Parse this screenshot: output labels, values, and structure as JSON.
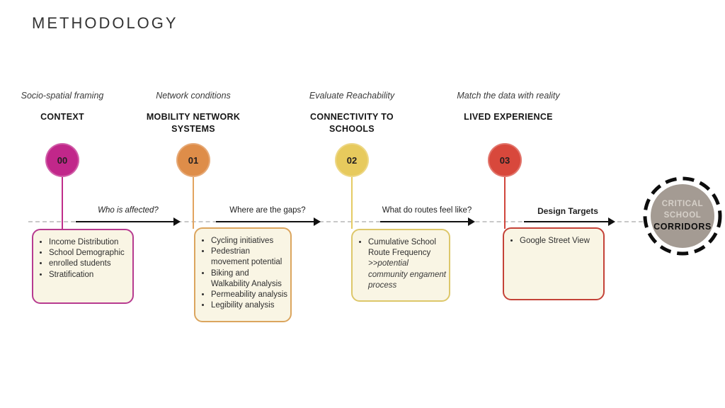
{
  "slide": {
    "title": "METHODOLOGY"
  },
  "stages": [
    {
      "subtitle": "Socio-spatial framing",
      "heading": "CONTEXT",
      "number": "00",
      "circle_color": "#c1278a",
      "line_color": "#bf2d8a",
      "box_border_color": "#b73b90",
      "items": [
        "Income Distribution",
        "School Demographic",
        "enrolled students",
        "Stratification"
      ]
    },
    {
      "subtitle": "Network conditions",
      "heading": "MOBILITY NETWORK SYSTEMS",
      "number": "01",
      "circle_color": "#de8d49",
      "line_color": "#e2a45f",
      "box_border_color": "#dba55e",
      "items": [
        "Cycling initiatives",
        "Pedestrian movement potential",
        "Biking and Walkability Analysis",
        "Permeability analysis",
        "Legibility analysis"
      ]
    },
    {
      "subtitle": "Evaluate Reachability",
      "heading": "CONNECTIVITY TO SCHOOLS",
      "number": "02",
      "circle_color": "#e7ca5d",
      "line_color": "#e5cb63",
      "box_border_color": "#ddc76a",
      "items": [
        "Cumulative School Route Frequency"
      ],
      "note": ">>potential community engament process"
    },
    {
      "subtitle": "Match the data with reality",
      "heading": "LIVED EXPERIENCE",
      "number": "03",
      "circle_color": "#d8483c",
      "line_color": "#d0453c",
      "box_border_color": "#c44238",
      "items": [
        "Google Street View"
      ]
    }
  ],
  "arrows": [
    {
      "label": "Who is affected?"
    },
    {
      "label": "Where are the gaps?"
    },
    {
      "label": "What do routes feel like?"
    },
    {
      "label": "Design Targets"
    }
  ],
  "result": {
    "line1": "CRITICAL",
    "line2": "SCHOOL",
    "line3": "CORRIDORS",
    "fill_color": "#a49b93",
    "ring_color": "#0d0d0d"
  }
}
